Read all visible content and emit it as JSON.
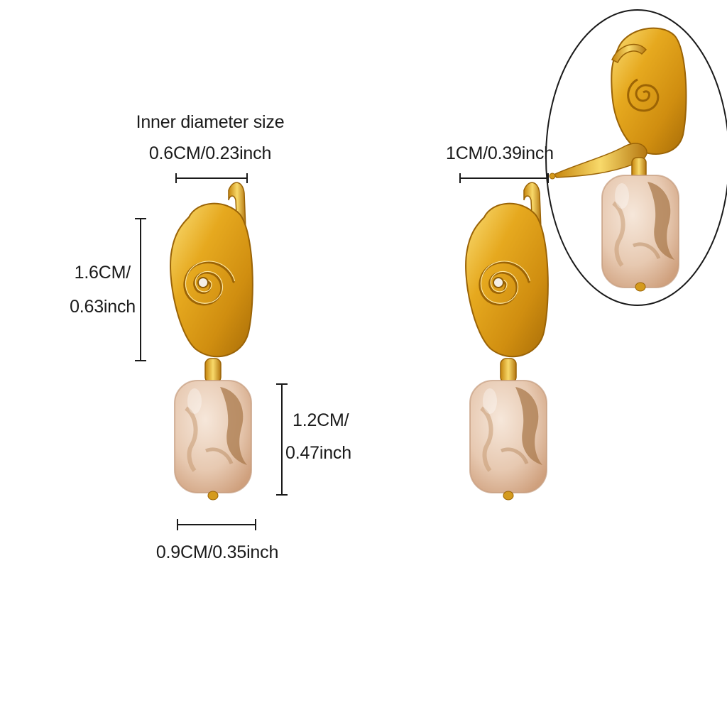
{
  "labels": {
    "inner_title": "Inner diameter size",
    "inner_value": "0.6CM/0.23inch",
    "height_cm": "1.6CM/",
    "height_inch": "0.63inch",
    "pendant_cm": "1.2CM/",
    "pendant_inch": "0.47inch",
    "width_value": "0.9CM/0.35inch",
    "clip_value": "1CM/0.39inch"
  },
  "icons": [
    "swirl-earring-icon",
    "resin-bead-icon",
    "clip-back-icon"
  ],
  "colors": {
    "gold": "#e0a21f",
    "gold_dark": "#a86d08",
    "gold_light": "#fbe07a",
    "bead": "#e8cdb8",
    "bead_swirl": "#a97a4c",
    "line": "#1a1a1a"
  }
}
